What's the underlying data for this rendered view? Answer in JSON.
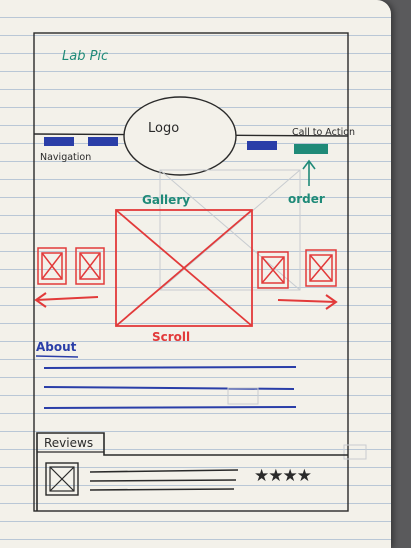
{
  "sketch": {
    "title": "Lab Pic",
    "logo": "Logo",
    "navigation": "Navigation",
    "call_to_action": "Call to Action",
    "order": "order",
    "gallery": "Gallery",
    "scroll": "Scroll",
    "about": "About",
    "reviews": "Reviews",
    "rating_stars": "★★★★"
  },
  "colors": {
    "paper": "#f3f1ea",
    "rule_lines": "#b9c7d6",
    "ink": "#2a2a2a",
    "teal": "#1f8a78",
    "nav_blue": "#2a3ea8",
    "red": "#e23a3a",
    "about_blue": "#2a3ea8"
  }
}
